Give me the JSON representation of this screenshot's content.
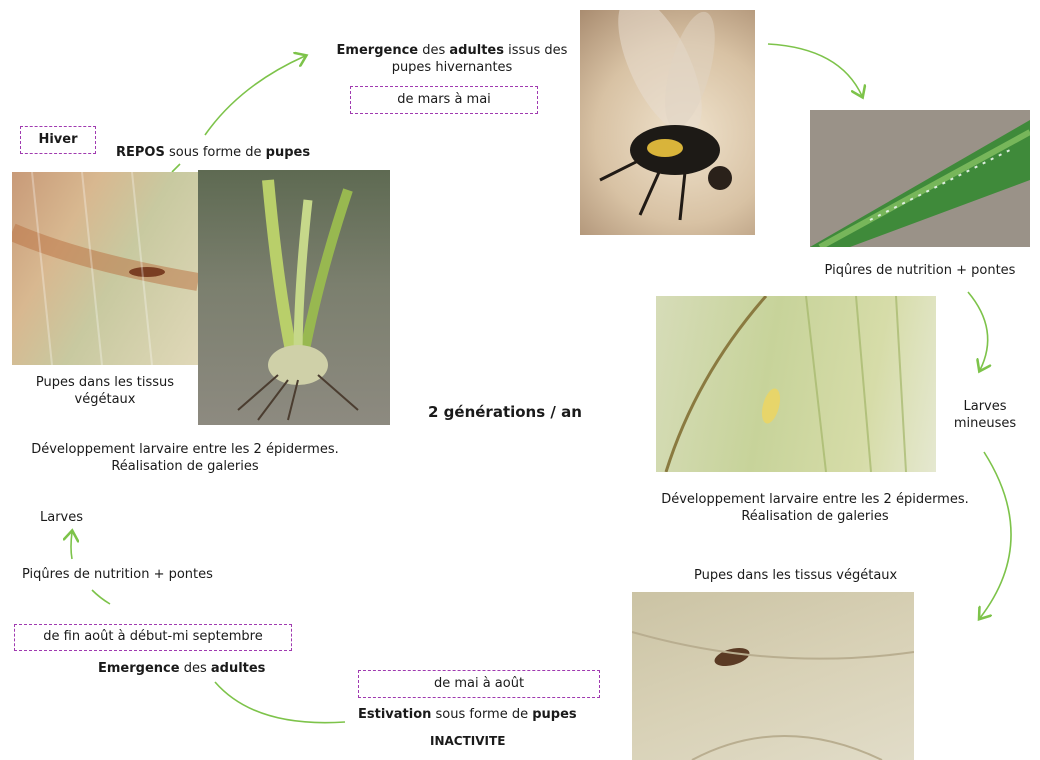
{
  "title": "2 générations / an",
  "colors": {
    "arrow": "#7dc34a",
    "box_border": "#a03ab0"
  },
  "spring": {
    "emergence": {
      "b1": "Emergence",
      "t1": " des ",
      "b2": "adultes",
      "t2": " issus des",
      "line2": "pupes hivernantes"
    },
    "period": "de mars à mai"
  },
  "winter": {
    "badge": "Hiver",
    "repos": {
      "b1": "REPOS",
      "t1": " sous forme de ",
      "b2": "pupes"
    },
    "pupes_caption": [
      "Pupes dans les tissus",
      "végétaux"
    ],
    "dev_caption": [
      "Développement larvaire entre les 2 épidermes.",
      "Réalisation de galeries"
    ]
  },
  "right": {
    "piqures": "Piqûres de nutrition + pontes",
    "larves": [
      "Larves",
      "mineuses"
    ],
    "dev_caption": [
      "Développement larvaire entre les 2 épidermes.",
      "Réalisation de galeries"
    ],
    "pupes": "Pupes dans les tissus végétaux"
  },
  "summer": {
    "period": "de mai à août",
    "estivation": {
      "b1": "Estivation",
      "t1": "  sous forme de ",
      "b2": "pupes"
    },
    "inactive": "INACTIVITE"
  },
  "autumn": {
    "larves": "Larves",
    "piqures": "Piqûres de nutrition + pontes",
    "period": "de fin août à début-mi  septembre",
    "emergence": {
      "b1": "Emergence",
      "t1": " des ",
      "b2": "adultes"
    }
  },
  "icons": [
    "fly-photo",
    "leaf-eggs-photo",
    "leaf-gallery-photo",
    "pupa-in-tissue-photo",
    "leaf-pupa-photo",
    "bulb-roots-photo"
  ]
}
